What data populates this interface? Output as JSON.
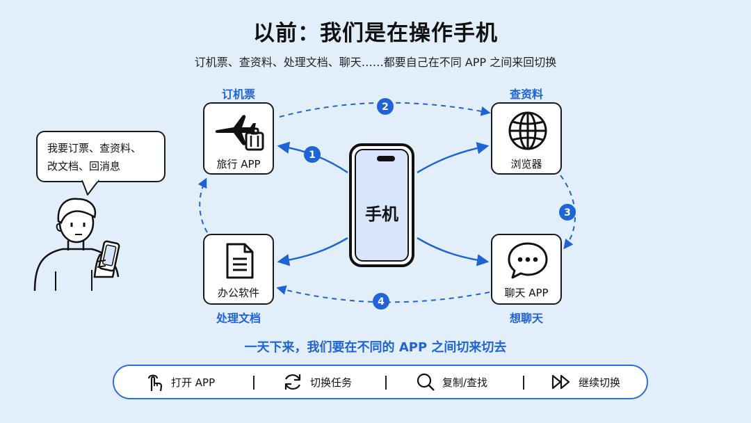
{
  "title": "以前：我们是在操作手机",
  "subtitle": "订机票、查资料、处理文档、聊天……都要自己在不同 APP 之间来回切换",
  "speech": {
    "line1": "我要订票、查资料、",
    "line2": "改文档、回消息"
  },
  "phone": {
    "label": "手机"
  },
  "cards": {
    "travel": {
      "top_label": "订机票",
      "name": "旅行 APP",
      "icon": "airplane-luggage-icon"
    },
    "browser": {
      "top_label": "查资料",
      "name": "浏览器",
      "icon": "globe-icon"
    },
    "office": {
      "bottom_label": "处理文档",
      "name": "办公软件",
      "icon": "document-icon"
    },
    "chat": {
      "bottom_label": "想聊天",
      "name": "聊天 APP",
      "icon": "chat-bubble-icon"
    }
  },
  "steps": [
    "1",
    "2",
    "3",
    "4"
  ],
  "bottom_caption": "一天下来，我们要在不同的 APP 之间切来切去",
  "toolbar": {
    "items": [
      {
        "label": "打开 APP",
        "icon": "tap-hand-icon"
      },
      {
        "label": "切换任务",
        "icon": "refresh-icon"
      },
      {
        "label": "复制/查找",
        "icon": "search-icon"
      },
      {
        "label": "继续切换",
        "icon": "fast-forward-icon"
      }
    ]
  },
  "colors": {
    "background": "#e3eefb",
    "accent": "#1f64d6",
    "outline": "#1a1a1a"
  }
}
